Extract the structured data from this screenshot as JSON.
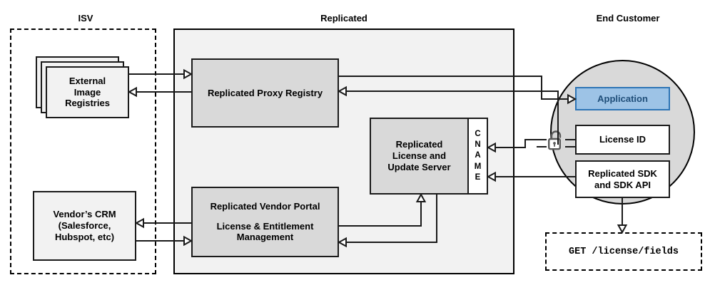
{
  "diagram": {
    "title_zones": [
      {
        "name": "isv",
        "label": "ISV"
      },
      {
        "name": "replicated",
        "label": "Replicated"
      },
      {
        "name": "end_customer",
        "label": "End Customer"
      }
    ],
    "isv": {
      "external_registries": "External\nImage\nRegistries",
      "external_registries_lines": [
        "External",
        "Image",
        "Registries"
      ],
      "vendor_crm_lines": [
        "Vendor’s CRM",
        "(Salesforce,",
        "Hubspot, etc)"
      ]
    },
    "replicated": {
      "proxy_registry": "Replicated Proxy Registry",
      "license_server_lines": [
        "Replicated",
        "License and",
        "Update Server"
      ],
      "cname_label": "CNAME",
      "cname_letters": [
        "C",
        "N",
        "A",
        "M",
        "E"
      ],
      "vendor_portal_lines": [
        "Replicated Vendor Portal",
        "License & Entitlement",
        "Management"
      ],
      "vendor_portal_title": "Replicated Vendor Portal",
      "vendor_portal_sub1": "License & Entitlement",
      "vendor_portal_sub2": "Management"
    },
    "end_customer": {
      "application": "Application",
      "license_id": "License ID",
      "sdk_lines": [
        "Replicated SDK",
        "and SDK API"
      ],
      "api_call": "GET /license/fields",
      "lock_icon": "unlocked-padlock-icon"
    },
    "colors": {
      "zone_fill": "#F2F2F2",
      "box_fill": "#D9D9D9",
      "circle_fill": "#D9D9D9",
      "application_fill": "#9DC3E6",
      "application_border": "#2E75B6",
      "application_text": "#1F4E79",
      "stroke": "#1a1a1a",
      "white": "#FFFFFF"
    }
  }
}
